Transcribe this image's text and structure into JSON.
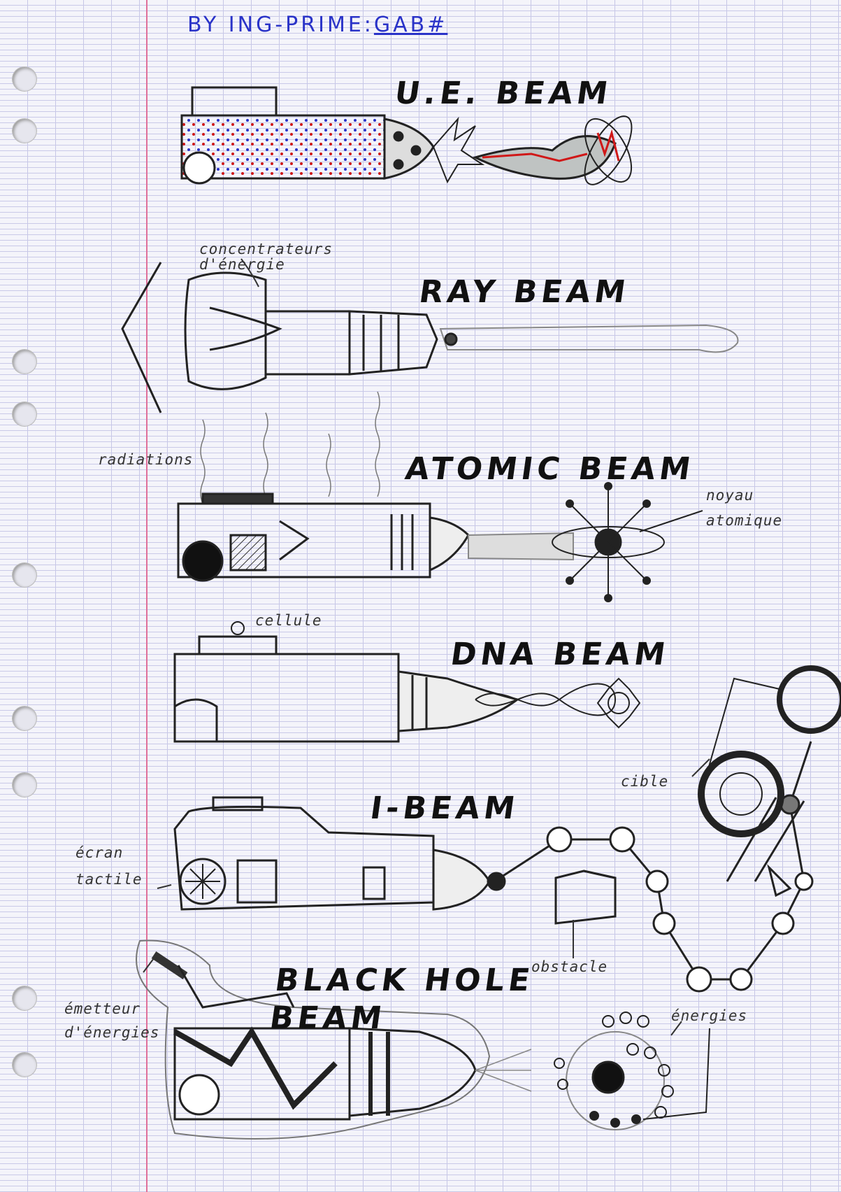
{
  "author": {
    "prefix": "BY ING-PRIME:",
    "tag": "GAB#"
  },
  "beams": [
    {
      "name": "U.E. BEAM"
    },
    {
      "name": "RAY BEAM"
    },
    {
      "name": "ATOMIC BEAM"
    },
    {
      "name": "DNA BEAM"
    },
    {
      "name": "I-BEAM"
    },
    {
      "name": "BLACK HOLE BEAM"
    }
  ],
  "labels": {
    "concentrators": "concentrateurs d'énergie",
    "radiations": "radiations",
    "atomic_core": "noyau atomique",
    "cell": "cellule",
    "target": "cible",
    "touch_screen": "écran tactile",
    "obstacle": "obstacle",
    "emitter": "émetteur d'énergies",
    "energies": "énergies"
  },
  "colors": {
    "ink": "#222222",
    "pen_blue": "#2a33c8",
    "pen_red": "#d01818",
    "margin": "#e0709a",
    "rule": "#c9c9e8"
  }
}
